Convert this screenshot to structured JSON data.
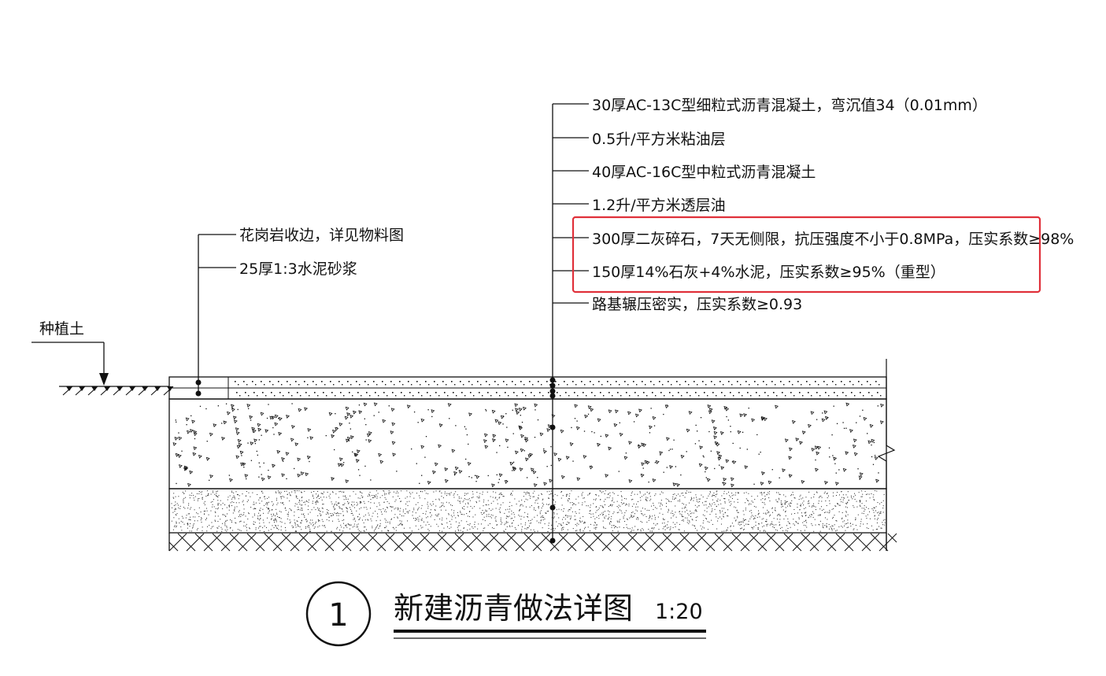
{
  "drawing": {
    "title": "新建沥青做法详图",
    "scale": "1:20",
    "detail_number": "1"
  },
  "planting_soil": {
    "label": "种植土"
  },
  "left_callouts": [
    {
      "text": "花岗岩收边，详见物料图"
    },
    {
      "text": "25厚1:3水泥砂浆"
    }
  ],
  "right_callouts": [
    {
      "text": "30厚AC-13C型细粒式沥青混凝土，弯沉值34（0.01mm）"
    },
    {
      "text": "0.5升/平方米粘油层"
    },
    {
      "text": "40厚AC-16C型中粒式沥青混凝土"
    },
    {
      "text": "1.2升/平方米透层油"
    },
    {
      "text": "300厚二灰碎石，7天无侧限，抗压强度不小于0.8MPa，压实系数≥98%"
    },
    {
      "text": "150厚14%石灰+4%水泥，压实系数≥95%（重型）"
    },
    {
      "text": "路基辗压密实，压实系数≥0.93"
    }
  ],
  "highlight": {
    "color": "#e0303a",
    "covers_callouts": [
      4,
      5
    ]
  },
  "colors": {
    "line": "#111111",
    "highlight": "#e0303a",
    "background": "#ffffff"
  }
}
